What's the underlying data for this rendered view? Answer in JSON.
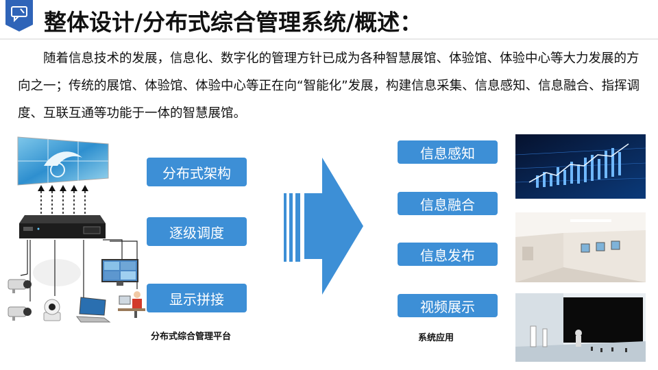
{
  "header": {
    "badge_icon": "chat-bubble-icon",
    "title": "整体设计/分布式综合管理系统/概述："
  },
  "intro": {
    "text": "随着信息技术的发展，信息化、数字化的管理方针已成为各种智慧展馆、体验馆、体验中心等大力发展的方向之一；传统的展馆、体验馆、体验中心等正在向“智能化”发展，构建信息采集、信息感知、信息融合、指挥调度、互联互通等功能于一体的智慧展馆。"
  },
  "platform": {
    "buttons": [
      "分布式架构",
      "逐级调度",
      "显示拼接"
    ],
    "caption": "分布式综合管理平台"
  },
  "application": {
    "buttons": [
      "信息感知",
      "信息融合",
      "信息发布",
      "视频展示"
    ],
    "caption": "系统应用"
  },
  "colors": {
    "accent": "#3d8fd6",
    "badge": "#2f64b8",
    "arrow": "#3d8fd6"
  }
}
